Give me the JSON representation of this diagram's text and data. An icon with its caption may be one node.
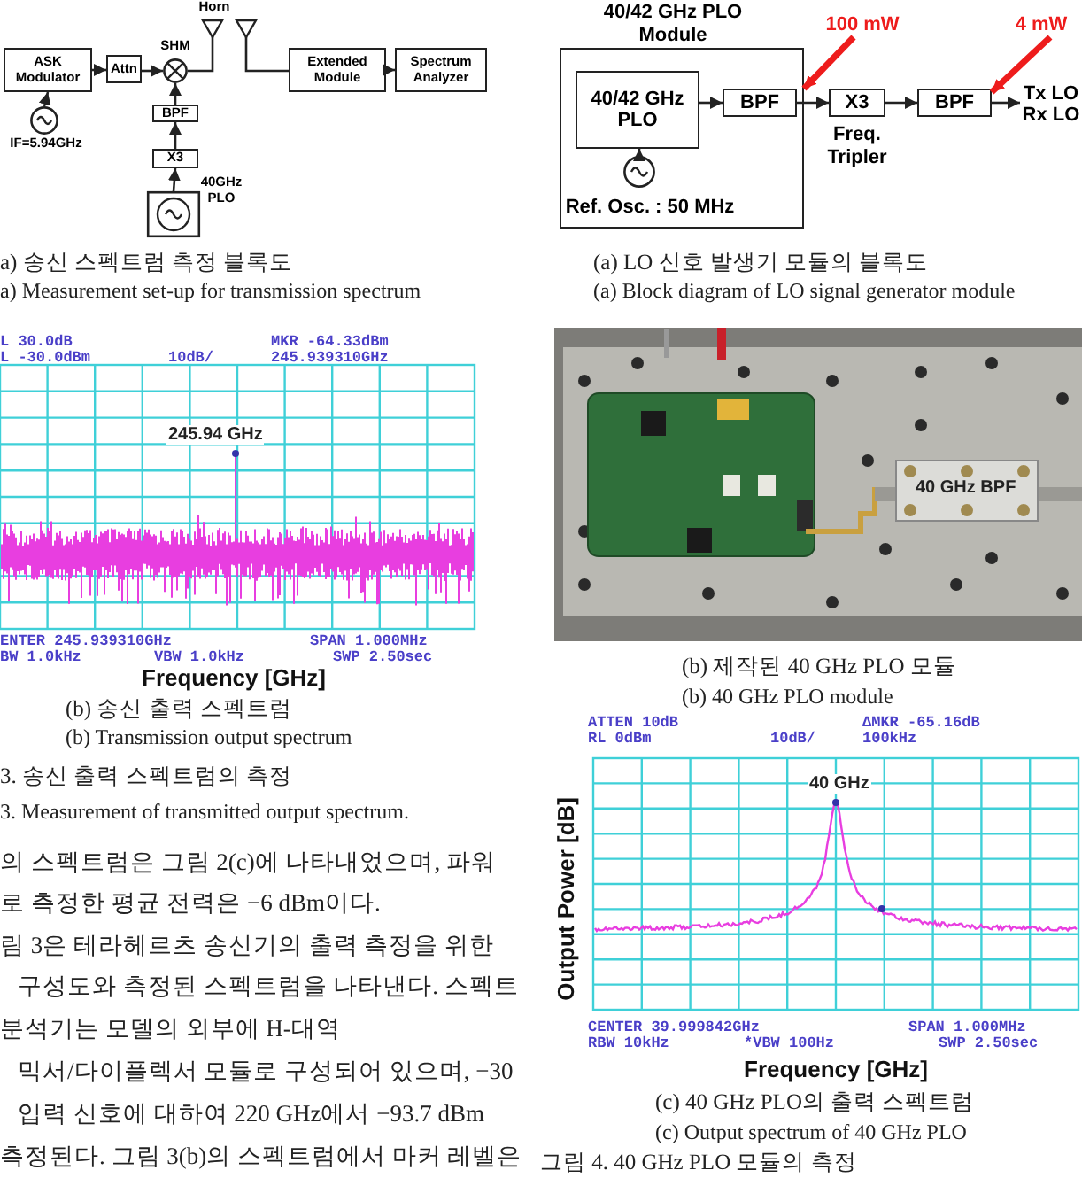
{
  "diagram": {
    "nodes": [
      {
        "text": [
          "ASK Modulator"
        ]
      },
      {
        "text": [],
        "shape": "circle",
        "beside": [
          "IF=5.94GHz"
        ]
      },
      {
        "text": [
          "Attn"
        ]
      },
      {
        "text": [
          "SHM"
        ]
      },
      {
        "text": [
          "Horn"
        ]
      },
      {
        "text": [],
        "shape": "triangle"
      },
      {
        "text": [
          "Extended Module"
        ]
      },
      {
        "text": [
          "Spectrum Analyzer"
        ]
      },
      {
        "text": [
          "BPF"
        ]
      },
      {
        "text": [
          "X3"
        ]
      },
      {
        "text": [
          "40GHz PLO"
        ]
      },
      {
        "text": [
          "40/42 GHz PLO Module"
        ]
      },
      {
        "text": [
          "40/42 GHz PLO"
        ],
        "in": 11
      },
      {
        "text": [],
        "shape": "circle",
        "beside": [
          "Ref. Osc. : 50 MHz"
        ],
        "in": 11
      },
      {
        "text": [
          "BPF"
        ],
        "in": 11
      },
      {
        "text": [
          "X3"
        ],
        "beside": [
          "Freq. Tripler"
        ]
      },
      {
        "text": [
          "BPF"
        ]
      },
      {
        "text": [
          "Tx LO Rx LO"
        ]
      },
      {
        "text": [
          "100 mW"
        ]
      },
      {
        "text": [
          "4 mW"
        ]
      }
    ],
    "edges": [
      {
        "from": 1,
        "to": 0,
        "arrow": "to"
      },
      {
        "from": 0,
        "to": 2,
        "arrow": "to"
      },
      {
        "from": 2,
        "to": 3,
        "arrow": "to"
      },
      {
        "from": 3,
        "to": 4,
        "arrow": "none"
      },
      {
        "from": 5,
        "to": 6,
        "arrow": "none"
      },
      {
        "from": 6,
        "to": 7,
        "arrow": "to"
      },
      {
        "from": 8,
        "to": 3,
        "arrow": "to"
      },
      {
        "from": 9,
        "to": 8,
        "arrow": "to"
      },
      {
        "from": 10,
        "to": 9,
        "arrow": "to"
      },
      {
        "from": 13,
        "to": 12,
        "arrow": "to"
      },
      {
        "from": 12,
        "to": 14,
        "arrow": "to"
      },
      {
        "from": 14,
        "to": 15,
        "arrow": "to"
      },
      {
        "from": 15,
        "to": 16,
        "arrow": "to"
      },
      {
        "from": 16,
        "to": 17,
        "arrow": "to"
      },
      {
        "from": 18,
        "to": 11,
        "arrow": "to",
        "style": "thick",
        "color": "#ee1c1c"
      },
      {
        "from": 19,
        "to": 16,
        "arrow": "to",
        "style": "thick",
        "color": "#ee1c1c"
      }
    ],
    "labels": [
      "a) 송신 스펙트럼 측정 블록도",
      "a) Measurement set-up for transmission spectrum",
      "L 30.0dB",
      "L -30.0dBm",
      "10dB/",
      "MKR -64.33dBm",
      "245.939310GHz",
      "245.94 GHz",
      "ENTER 245.939310GHz",
      "BW 1.0kHz",
      "VBW 1.0kHz",
      "SPAN 1.000MHz",
      "SWP 2.50sec",
      "Frequency [GHz]",
      "(b) 송신 출력 스펙트럼",
      "(b) Transmission output spectrum",
      "3. 송신 출력 스펙트럼의 측정",
      "3. Measurement of transmitted output spectrum.",
      "의 스펙트럼은 그림 2(c)에 나타내었으며, 파워",
      "로 측정한 평균 전력은 −6 dBm이다.",
      "림 3은 테라헤르츠 송신기의 출력 측정을 위한",
      "구성도와 측정된 스펙트럼을 나타낸다. 스펙트",
      "분석기는 모델의 외부에 H-대역",
      "믹서/다이플렉서 모듈로 구성되어 있으며, −30",
      "입력 신호에 대하여 220 GHz에서 −93.7 dBm",
      "측정된다. 그림 3(b)의 스펙트럼에서 마커 레벨은",
      "(a) LO 신호 발생기 모듈의 블록도",
      "(a) Block diagram of LO signal generator module",
      "40 GHz BPF",
      "(b) 제작된 40 GHz PLO 모듈",
      "(b) 40 GHz PLO module",
      "ATTEN 10dB",
      "RL 0dBm",
      "10dB/",
      "ΔMKR -65.16dB",
      "100kHz",
      "40 GHz",
      "Output Power [dB]",
      "CENTER 39.999842GHz",
      "RBW 10kHz",
      "*VBW 100Hz",
      "SPAN 1.000MHz",
      "SWP 2.50sec",
      "Frequency [GHz]",
      "(c) 40 GHz PLO의 출력 스펙트럼",
      "(c) Output spectrum of 40 GHz PLO",
      "그림 4. 40 GHz PLO 모듈의 측정"
    ]
  }
}
